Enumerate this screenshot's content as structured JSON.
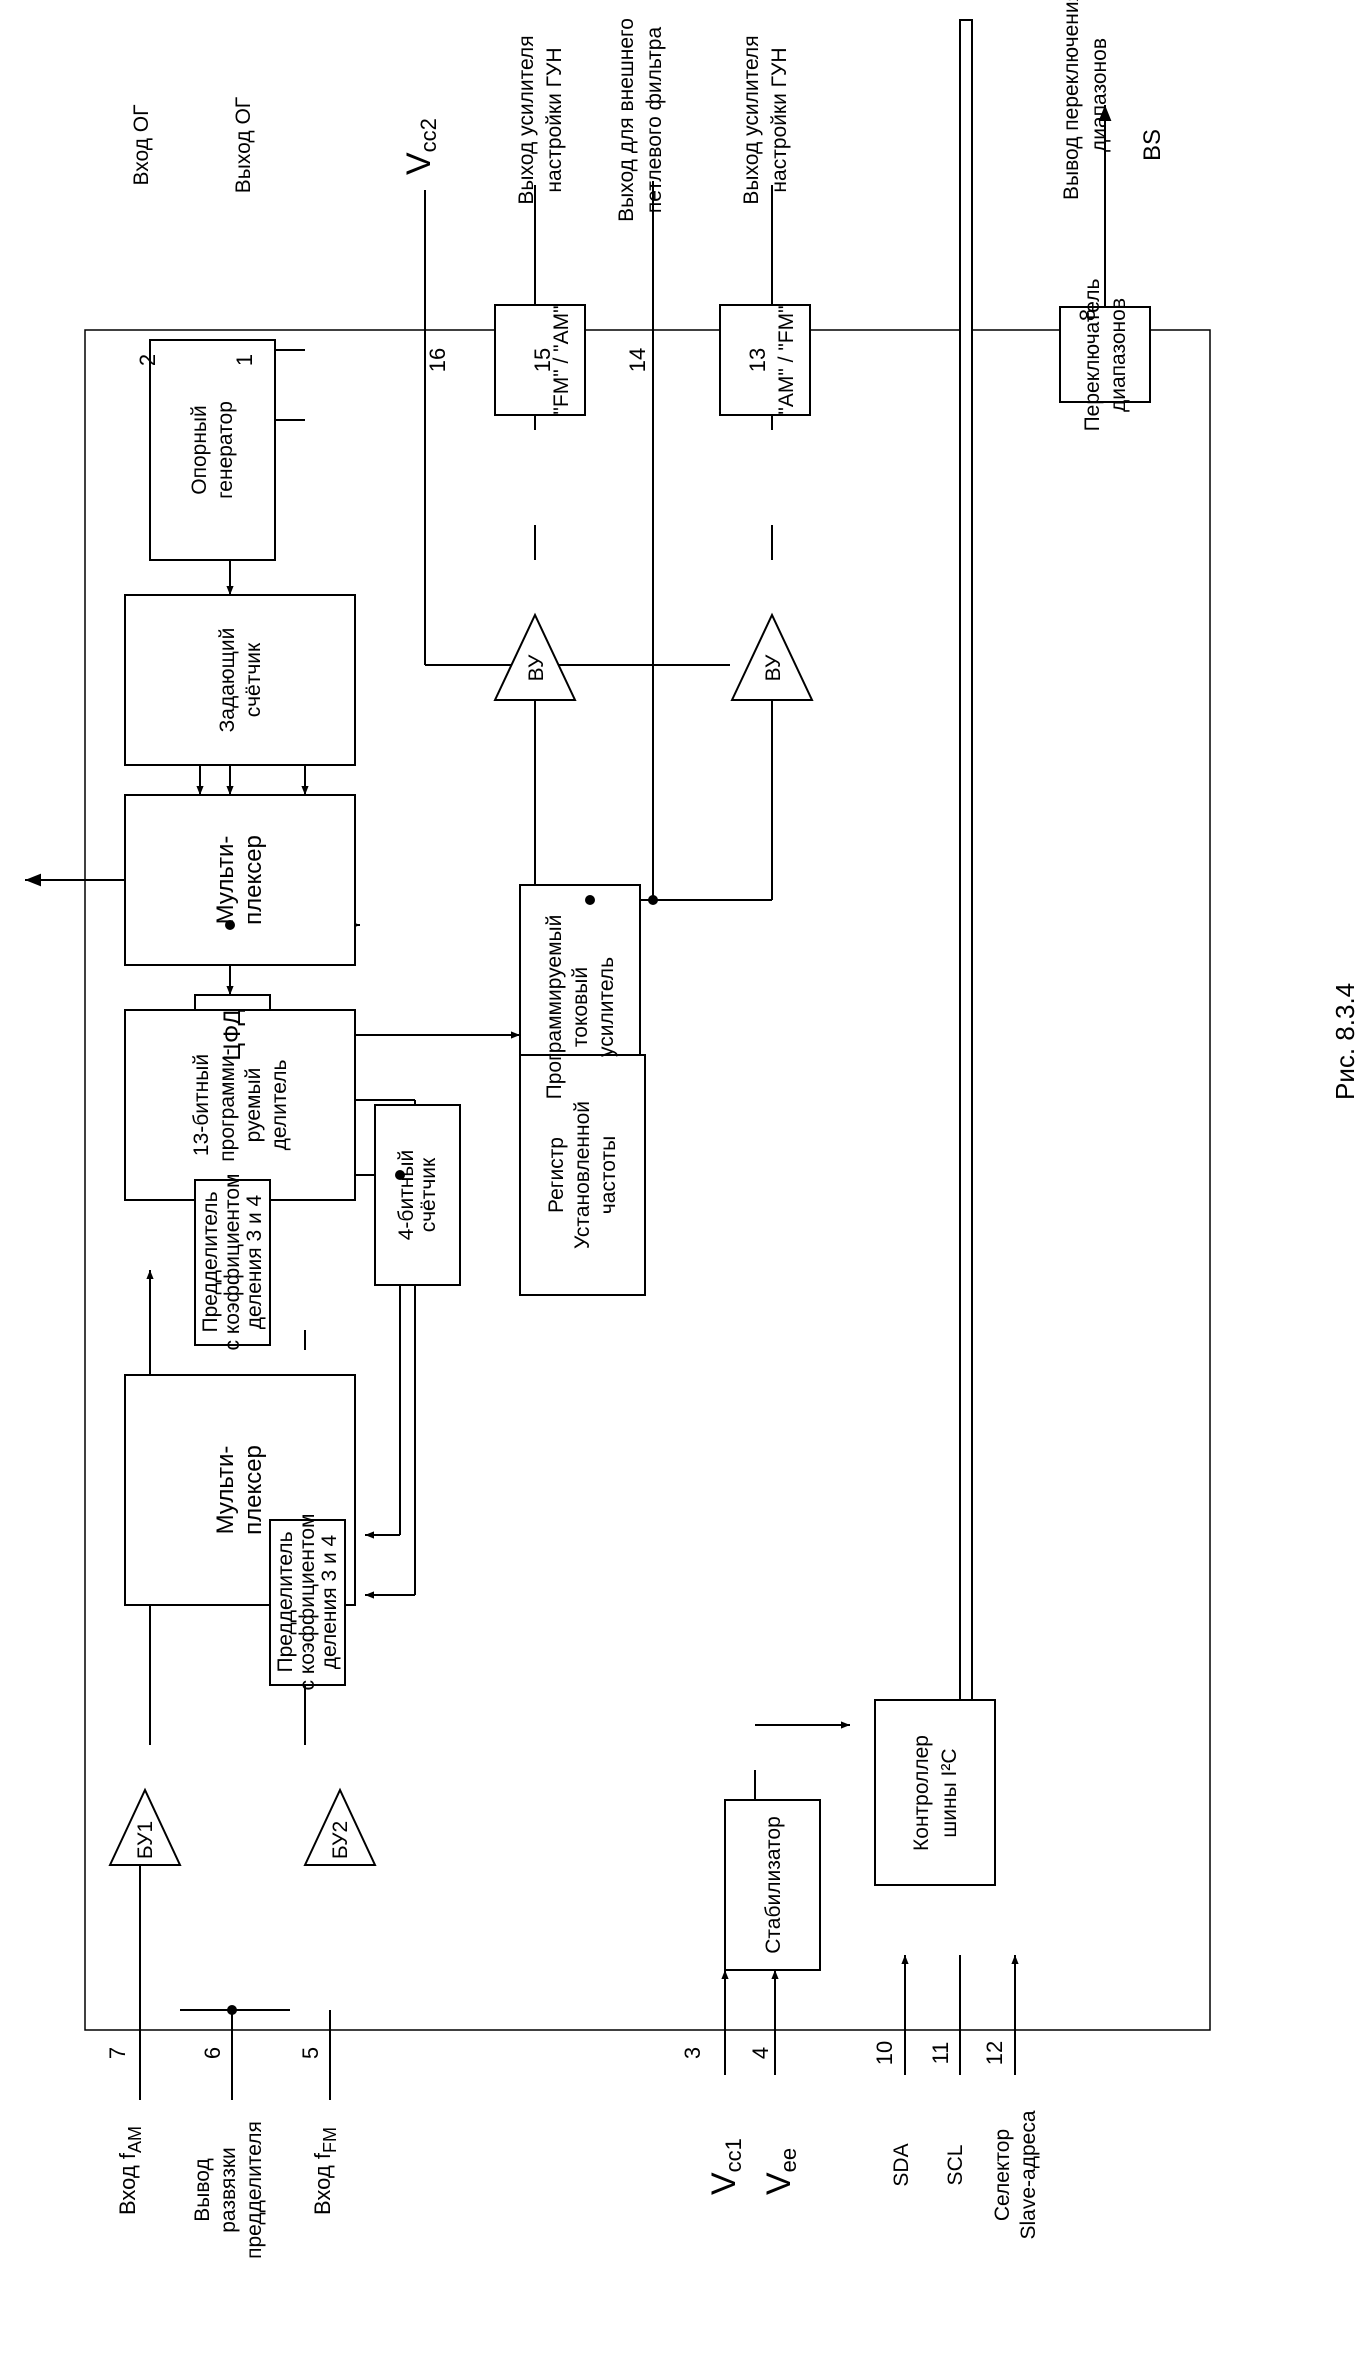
{
  "figure_caption": "Рис. 8.3.4",
  "blocks": {
    "ref_osc": [
      "Опорный",
      "генератор"
    ],
    "master_counter": [
      "Задающий",
      "счётчик"
    ],
    "mux_top": [
      "Мульти-",
      "плексер"
    ],
    "pfd": "ЦФД",
    "charge_pump": [
      "Программируемый",
      "токовый",
      "усилитель"
    ],
    "divider13": [
      "13-битный",
      "программи-",
      "руемый",
      "делитель"
    ],
    "freq_register": [
      "Регистр",
      "Установленной",
      "частоты"
    ],
    "counter4": [
      "4-битный",
      "счётчик"
    ],
    "prescaler_top": [
      "Предделитель",
      "с коэффициентом",
      "деления 3 и 4"
    ],
    "mux_bottom": [
      "Мульти-",
      "плексер"
    ],
    "prescaler_bottom": [
      "Предделитель",
      "с коэффициентом",
      "деления 3 и 4"
    ],
    "buf1": "БУ1",
    "buf2": "БУ2",
    "stabilizer": "Стабилизатор",
    "i2c_controller": [
      "Контроллер",
      "шины I²C"
    ],
    "amp1": "ВУ",
    "amp2": "ВУ",
    "switch_top": "\"FM\" / \"AM\"",
    "switch_bottom": "\"AM\" / \"FM\"",
    "band_switch": [
      "Переключатель",
      "диапазонов"
    ]
  },
  "pins": {
    "p1": "1",
    "p2": "2",
    "p3": "3",
    "p4": "4",
    "p5": "5",
    "p6": "6",
    "p7": "7",
    "p8": "8",
    "p10": "10",
    "p11": "11",
    "p12": "12",
    "p13": "13",
    "p14": "14",
    "p15": "15",
    "p16": "16"
  },
  "pin_labels": {
    "ref_in": "Вход ОГ",
    "ref_out": "Выход ОГ",
    "vcc2": "V",
    "vcc2_sub": "cc2",
    "vco_out_15": [
      "Выход усилителя",
      "настройки ГУН"
    ],
    "loop_filter_14": [
      "Выход для внешнего",
      "петлевого фильтра"
    ],
    "vco_out_13": [
      "Выход усилителя",
      "настройки ГУН"
    ],
    "bs_out": [
      "Вывод переключения",
      "диапазонов"
    ],
    "bs": "BS",
    "fam_prefix": "Вход ",
    "fam_f": "f",
    "fam_sub": "AM",
    "isolation": [
      "Вывод",
      "развязки",
      "предделителя"
    ],
    "ffm_prefix": "Вход ",
    "ffm_f": "f",
    "ffm_sub": "FM",
    "vcc1": "V",
    "vcc1_sub": "cc1",
    "vee": "V",
    "vee_sub": "ee",
    "sda": "SDA",
    "scl": "SCL",
    "selector": [
      "Селектор",
      "Slave-адреса"
    ]
  }
}
